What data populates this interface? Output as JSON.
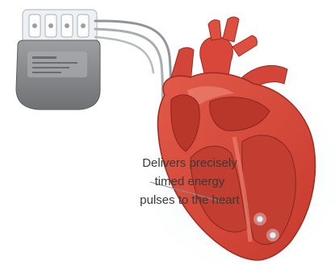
{
  "callout": {
    "lines": [
      "Delivers precisely",
      "timed energy",
      "pulses to the heart"
    ]
  },
  "device": {
    "label": "",
    "type": "pacemaker-generator"
  },
  "colors": {
    "heart_outer": "#d9473b",
    "heart_inner": "#b83227",
    "heart_chamber": "#c43c2f",
    "heart_highlight": "#e9806f",
    "glow": "#dce8f6",
    "device_body": "#8b8d90",
    "device_header": "#e5e8ec",
    "lead_wire": "#9aa0a6",
    "text": "#3a3a3a"
  }
}
